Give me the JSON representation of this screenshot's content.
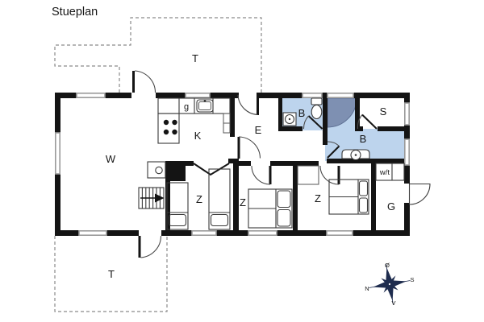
{
  "title": "Stueplan",
  "rooms": {
    "living": "W",
    "kitchen": "K",
    "entrance": "E",
    "bedroom1": "Z",
    "bedroom2": "Z",
    "bedroom3": "Z",
    "bath_small": "B",
    "bath_large": "B",
    "sauna": "S",
    "hall": "G",
    "utility": "w/t",
    "dishwasher": "g",
    "terrace_north": "T",
    "terrace_south": "T"
  },
  "compass": {
    "north": "N",
    "south": "S",
    "east": "Ø",
    "west": "V"
  },
  "colors": {
    "wall": "#141414",
    "bathroom_floor": "#bdd4ed",
    "shower": "#7e90b2",
    "window_frame": "#9a9a9a",
    "compass": "#1e2c4e"
  }
}
